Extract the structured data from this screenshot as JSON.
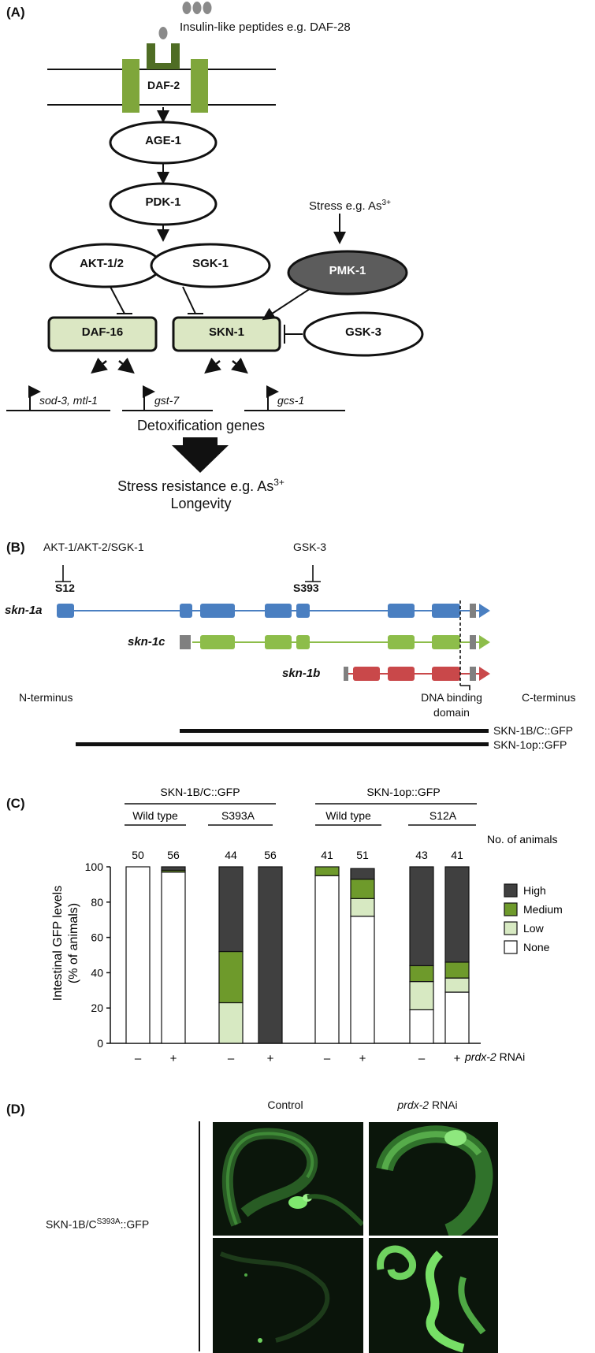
{
  "panelA": {
    "label": "(A)",
    "ligand": "Insulin-like peptides e.g. DAF-28",
    "receptor": "DAF-2",
    "age1": "AGE-1",
    "pdk1": "PDK-1",
    "akt": "AKT-1/2",
    "sgk": "SGK-1",
    "pmk": "PMK-1",
    "stress_prefix": "Stress e.g. As",
    "stress_sup": "3+",
    "daf16": "DAF-16",
    "skn1": "SKN-1",
    "gsk3": "GSK-3",
    "gene1": "sod-3, mtl-1",
    "gene2": "gst-7",
    "gene3": "gcs-1",
    "detox": "Detoxification genes",
    "resist_prefix": "Stress resistance e.g. As",
    "resist_sup": "3+",
    "longevity": "Longevity"
  },
  "panelB": {
    "label": "(B)",
    "kinases1": "AKT-1/AKT-2/SGK-1",
    "kinase2": "GSK-3",
    "site1": "S12",
    "site2": "S393",
    "iso_a": "skn-1a",
    "iso_c": "skn-1c",
    "iso_b": "skn-1b",
    "nterm": "N-terminus",
    "cterm": "C-terminus",
    "dna1": "DNA binding",
    "dna2": "domain",
    "construct1": "SKN-1B/C::GFP",
    "construct2": "SKN-1op::GFP",
    "colors": {
      "a": "#4a7fc1",
      "c": "#8dbd4a",
      "b": "#c9484a"
    }
  },
  "panelC": {
    "label": "(C)",
    "group1": "SKN-1B/C::GFP",
    "group2": "SKN-1op::GFP",
    "sub": [
      "Wild type",
      "S393A",
      "Wild type",
      "S12A"
    ],
    "animals_label": "No. of animals",
    "ylabel1": "Intestinal GFP levels",
    "ylabel2": "(% of animals)",
    "rnai_signs": [
      "–",
      "+",
      "–",
      "+",
      "–",
      "+",
      "–",
      "+"
    ],
    "rnai_gene": "prdx-2",
    "rnai_suffix": " RNAi",
    "legend": [
      "High",
      "Medium",
      "Low",
      "None"
    ]
  },
  "chart_data": {
    "type": "bar",
    "stacked": true,
    "categories": [
      "–",
      "+",
      "–",
      "+",
      "–",
      "+",
      "–",
      "+"
    ],
    "n_animals": [
      50,
      56,
      44,
      56,
      41,
      51,
      43,
      41
    ],
    "ylim": [
      0,
      100
    ],
    "yticks": [
      0,
      20,
      40,
      60,
      80,
      100
    ],
    "series": [
      {
        "name": "None",
        "color": "#ffffff",
        "values": [
          100,
          97,
          0,
          0,
          95,
          72,
          19,
          29
        ]
      },
      {
        "name": "Low",
        "color": "#d7e9c2",
        "values": [
          0,
          0,
          23,
          0,
          0,
          10,
          16,
          8
        ]
      },
      {
        "name": "Medium",
        "color": "#6e9a2b",
        "values": [
          0,
          1,
          29,
          0,
          5,
          11,
          9,
          9
        ]
      },
      {
        "name": "High",
        "color": "#404040",
        "values": [
          0,
          2,
          48,
          100,
          0,
          6,
          56,
          54
        ]
      }
    ]
  },
  "panelD": {
    "label": "(D)",
    "col1": "Control",
    "col2_gene": "prdx-2",
    "col2_suffix": " RNAi",
    "row_prefix": "SKN-1B/C",
    "row_sup": "S393A",
    "row_suffix": "::GFP"
  }
}
